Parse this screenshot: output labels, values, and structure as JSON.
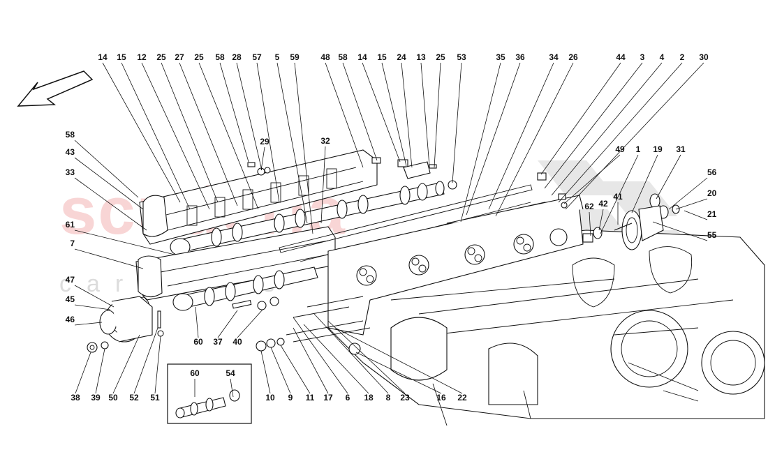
{
  "watermark": {
    "brand": "scuderia",
    "sub": "car parts",
    "color": "#f4b8b8"
  },
  "direction_arrow": {
    "icon": "front-direction-arrow-icon"
  },
  "callouts_top": [
    "14",
    "15",
    "12",
    "25",
    "27",
    "25",
    "58",
    "28",
    "57",
    "5",
    "59",
    "48",
    "58",
    "14",
    "15",
    "24",
    "13",
    "25",
    "53",
    "35",
    "36",
    "34",
    "26",
    "44",
    "3",
    "4",
    "2",
    "30"
  ],
  "callouts_left": [
    "58",
    "43",
    "33",
    "61",
    "7",
    "47",
    "45",
    "46"
  ],
  "callouts_mid": [
    "29",
    "32",
    "49",
    "1",
    "19",
    "31",
    "56",
    "20",
    "21",
    "62",
    "42",
    "41",
    "55"
  ],
  "callouts_bottom": [
    "38",
    "39",
    "50",
    "52",
    "51",
    "60",
    "37",
    "40",
    "10",
    "9",
    "11",
    "17",
    "6",
    "18",
    "8",
    "23",
    "16",
    "22"
  ],
  "inset": {
    "labels": [
      "60",
      "54"
    ]
  }
}
